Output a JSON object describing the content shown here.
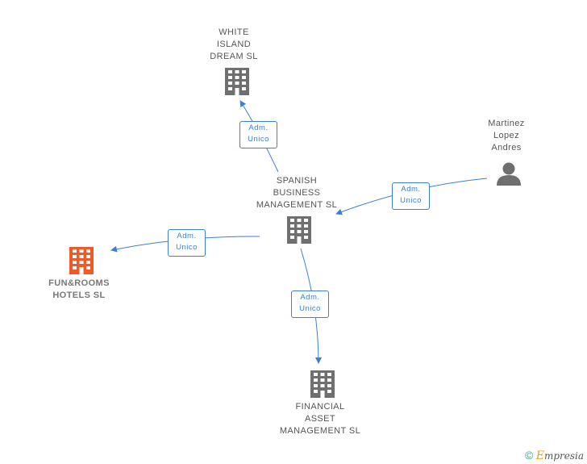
{
  "colors": {
    "edge": "#3d7fd1",
    "building": "#6f6f6f",
    "focus_building": "#f05a28",
    "person": "#6f6f6f"
  },
  "nodes": {
    "white_island": {
      "lines": [
        "WHITE",
        "ISLAND",
        "DREAM SL"
      ],
      "icon": "building-icon"
    },
    "spanish_business": {
      "lines": [
        "SPANISH",
        "BUSINESS",
        "MANAGEMENT SL"
      ],
      "icon": "building-icon"
    },
    "martinez": {
      "lines": [
        "Martinez",
        "Lopez",
        "Andres"
      ],
      "icon": "person-icon"
    },
    "fun_rooms": {
      "lines": [
        "FUN&ROOMS",
        "HOTELS SL"
      ],
      "icon": "building-icon"
    },
    "financial_asset": {
      "lines": [
        "FINANCIAL",
        "ASSET",
        "MANAGEMENT SL"
      ],
      "icon": "building-icon"
    }
  },
  "edges": {
    "to_white_island": {
      "line1": "Adm.",
      "line2": "Unico"
    },
    "from_martinez": {
      "line1": "Adm.",
      "line2": "Unico"
    },
    "to_fun_rooms": {
      "line1": "Adm.",
      "line2": "Unico"
    },
    "to_financial": {
      "line1": "Adm.",
      "line2": "Unico"
    }
  },
  "footer": {
    "copyright": "©",
    "brand_initial": "E",
    "brand_rest": "mpresia"
  }
}
